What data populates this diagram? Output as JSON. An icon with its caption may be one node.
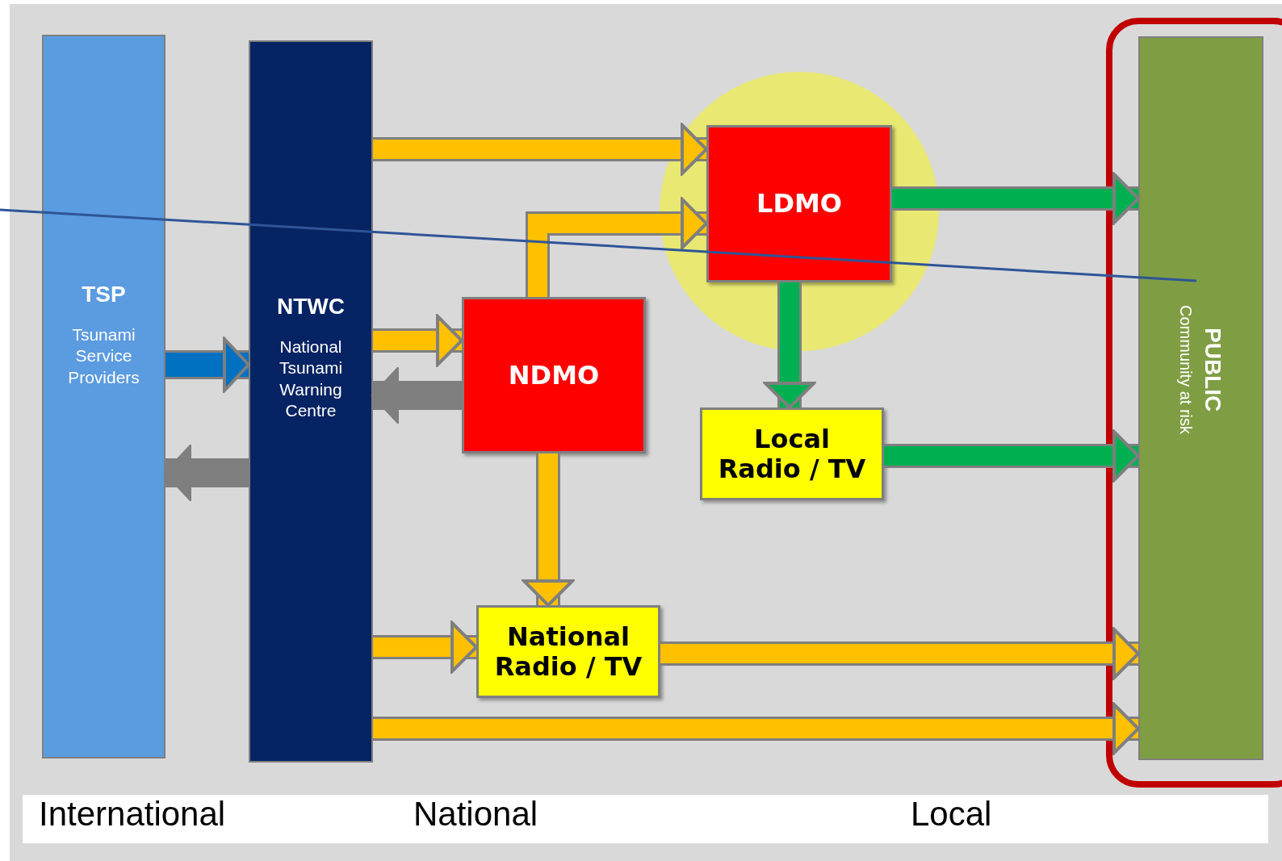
{
  "diagram": {
    "nodes": [
      {
        "text": [
          "TSP",
          "Tsunami Service Providers"
        ]
      },
      {
        "text": [
          "NTWC",
          "National Tsunami Warning Centre"
        ]
      },
      {
        "text": [
          "LDMO"
        ]
      },
      {
        "text": [
          "NDMO"
        ]
      },
      {
        "text": [
          "Local Radio / TV"
        ]
      },
      {
        "text": [
          "National Radio / TV"
        ]
      },
      {
        "text": [
          "PUBLIC",
          "Community at risk"
        ]
      }
    ],
    "edges": [
      {
        "from": 0,
        "to": 1,
        "arrow": "to",
        "color": "#0070c0"
      },
      {
        "from": 1,
        "to": 0,
        "arrow": "to",
        "color": "#7f7f7f"
      },
      {
        "from": 1,
        "to": 2,
        "arrow": "to"
      },
      {
        "from": 3,
        "to": 2,
        "arrow": "to"
      },
      {
        "from": 1,
        "to": 3,
        "arrow": "to"
      },
      {
        "from": 3,
        "to": 1,
        "arrow": "to",
        "color": "#7f7f7f"
      },
      {
        "from": 3,
        "to": 5,
        "arrow": "to"
      },
      {
        "from": 1,
        "to": 5,
        "arrow": "to"
      },
      {
        "from": 2,
        "to": 6,
        "arrow": "to",
        "color": "#00b050"
      },
      {
        "from": 2,
        "to": 4,
        "arrow": "to",
        "color": "#00b050"
      },
      {
        "from": 4,
        "to": 6,
        "arrow": "to",
        "color": "#00b050"
      },
      {
        "from": 5,
        "to": 6,
        "arrow": "to"
      },
      {
        "from": 1,
        "to": 6,
        "arrow": "to"
      }
    ],
    "labels": [
      "International",
      "National",
      "Local"
    ]
  }
}
